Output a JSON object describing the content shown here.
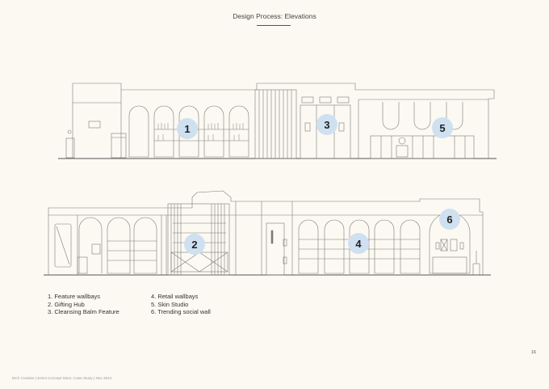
{
  "page": {
    "title": "Design Process: Elevations",
    "number": "16",
    "footer": "Etch Creative | Eeimi Concept Store: Case Study | Nov 2024"
  },
  "markers": [
    {
      "label": "1"
    },
    {
      "label": "3"
    },
    {
      "label": "5"
    },
    {
      "label": "2"
    },
    {
      "label": "4"
    },
    {
      "label": "6"
    }
  ],
  "legend": {
    "left": [
      "1. Feature wallbays",
      "2. Gifting Hub",
      "3. Cleansing Balm Feature"
    ],
    "right": [
      "4. Retail wallbays",
      "5. Skin Studio",
      "6. Trending social wall"
    ]
  },
  "colors": {
    "background": "#fcf9f2",
    "marker_fill": "#cfe0f1",
    "line": "#777777"
  }
}
